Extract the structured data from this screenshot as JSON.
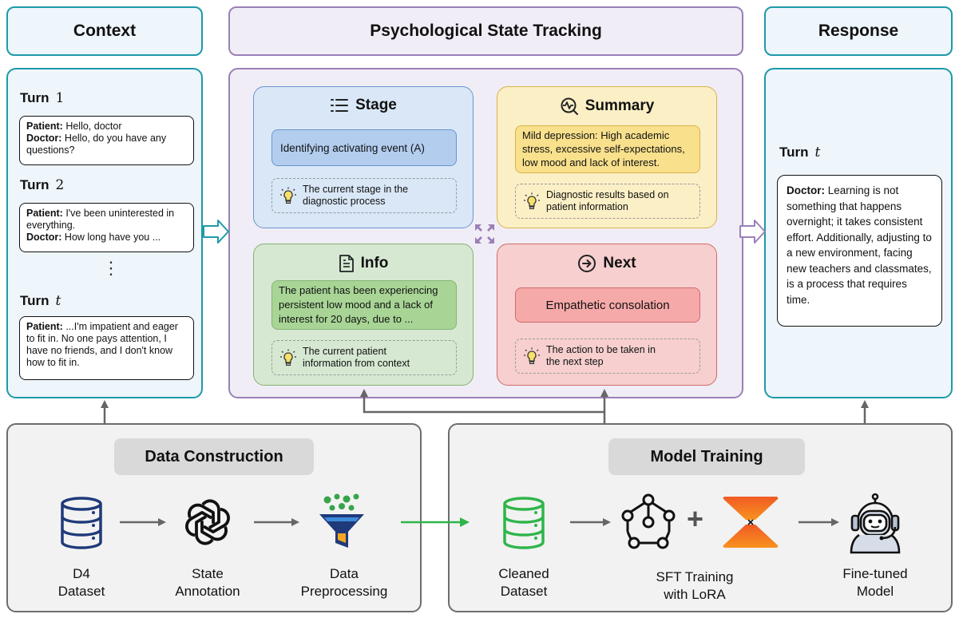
{
  "headers": {
    "context": "Context",
    "tracking": "Psychological State Tracking",
    "response": "Response"
  },
  "context": {
    "turn_word": "Turn",
    "turns": [
      {
        "num": "1",
        "lines": [
          {
            "speaker": "Patient:",
            "text": " Hello, doctor"
          },
          {
            "speaker": "Doctor:",
            "text": " Hello, do you have any questions?"
          }
        ]
      },
      {
        "num": "2",
        "lines": [
          {
            "speaker": "Patient:",
            "text": " I've been uninterested in everything."
          },
          {
            "speaker": "Doctor:",
            "text": " How long have you ..."
          }
        ]
      },
      {
        "num": "t",
        "lines": [
          {
            "speaker": "Patient:",
            "text": " ...I'm impatient and eager to fit in. No one pays attention, I have no friends, and I don't know how to fit in."
          }
        ]
      }
    ],
    "ellipsis": "⋮"
  },
  "tracking": {
    "stage": {
      "title": "Stage",
      "content": "Identifying activating event (A)",
      "hint": "The current stage in the diagnostic process",
      "color_bg": "#d9e7f7",
      "color_border": "#6b95cc",
      "inner_bg": "#b3cdef"
    },
    "summary": {
      "title": "Summary",
      "content": "Mild depression: High academic stress, excessive self-expectations, low mood and lack of interest.",
      "hint": "Diagnostic results based on patient information",
      "color_bg": "#fbefc5",
      "color_border": "#d8b34a",
      "inner_bg": "#f8e08c"
    },
    "info": {
      "title": "Info",
      "content": "The patient has been experiencing persistent low mood and a lack of interest for 20 days, due to ...",
      "hint": "The current patient information from context",
      "color_bg": "#d6e8d2",
      "color_border": "#86b374",
      "inner_bg": "#a8d596"
    },
    "next": {
      "title": "Next",
      "content": "Empathetic consolation",
      "hint": "The action to be taken in the next step",
      "color_bg": "#f7cfcf",
      "color_border": "#cf6b6b",
      "inner_bg": "#f6a9a9"
    }
  },
  "response": {
    "turn_word": "Turn",
    "turn_num": "t",
    "speaker": "Doctor:",
    "text": " Learning is not something that happens overnight; it takes consistent effort. Additionally, adjusting to a new environment, facing new teachers and classmates, is a process that requires time."
  },
  "data_construction": {
    "title": "Data Construction",
    "steps": [
      {
        "icon": "database-icon",
        "label": "D4\nDataset"
      },
      {
        "icon": "openai-icon",
        "label": "State\nAnnotation"
      },
      {
        "icon": "funnel-icon",
        "label": "Data\nPreprocessing"
      }
    ]
  },
  "model_training": {
    "title": "Model Training",
    "steps": [
      {
        "icon": "database-icon",
        "label": "Cleaned\nDataset",
        "color": "#2fb54a"
      },
      {
        "icon": "model-graph-icon",
        "label": "SFT Training\nwith LoRA"
      },
      {
        "icon": "robot-icon",
        "label": "Fine-tuned\nModel"
      }
    ],
    "plus": "+"
  }
}
